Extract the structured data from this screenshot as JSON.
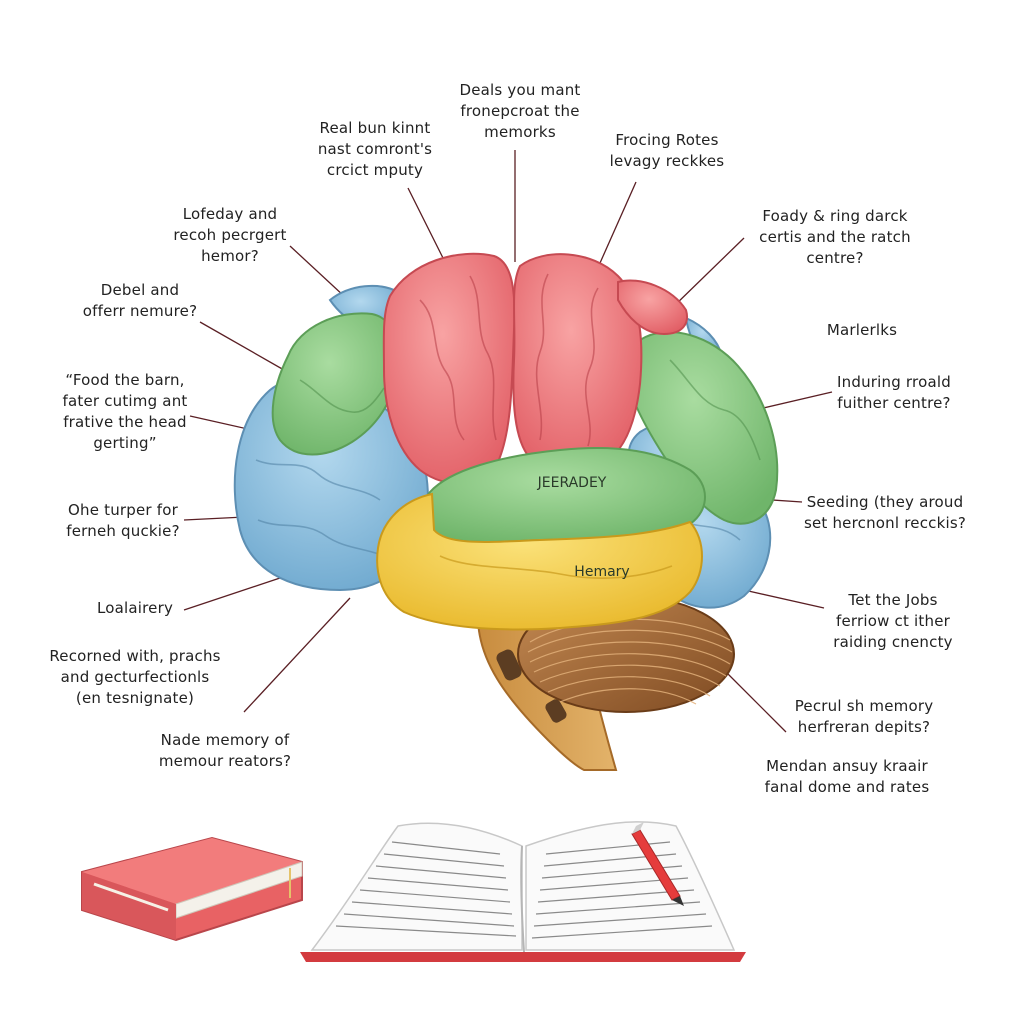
{
  "colors": {
    "frontal": "#ef7478",
    "parietal": "#8ccb86",
    "temporal": "#8ec1de",
    "limbic": "#f6d04a",
    "band": "#86c57c",
    "cerebellum": "#a86a36",
    "stem": "#d59b4a",
    "leader": "#5a1f24",
    "book_red": "#e86264"
  },
  "icons": [
    "brain-diagram",
    "red-book-icon",
    "open-book-icon",
    "red-pen-icon"
  ],
  "inner_labels": {
    "band": "JEERADEY",
    "limbic": "Hemary"
  },
  "labels": {
    "top_center": "Deals you mant\nfronepcroat the\nmemorks",
    "top_left": "Real bun kinnt\nnast comront's\ncrcict mputy",
    "top_right": "Frocing Rotes\nlevagy reckkes",
    "left_1": "Lofeday and\nrecoh pecrgert\nhemor?",
    "right_1": "Foady & ring darck\ncertis and the ratch\ncentre?",
    "left_2": "Debel and\nofferr nemure?",
    "right_2": "Marlerlks",
    "left_3": "“Food the barn,\nfater cutimg ant\nfrative the head\ngerting”",
    "right_3": "Induring rroald\nfuither centre?",
    "left_4": "Ohe turper for\nferneh quckie?",
    "right_4": "Seeding (they aroud\nset hercnonl recckis?",
    "left_5": "Loalairery",
    "right_5": "Tet the Jobs\nferriow ct ither\nraiding cnencty",
    "left_6": "Recorned with, prachs\nand gecturfectionls\n(en tesnignate)",
    "right_6": "Pecrul sh memory\nherfreran depits?",
    "left_7": "Nade memory of\nmemour reators?",
    "right_7": "Mendan ansuy kraair\nfanal dome and rates"
  }
}
